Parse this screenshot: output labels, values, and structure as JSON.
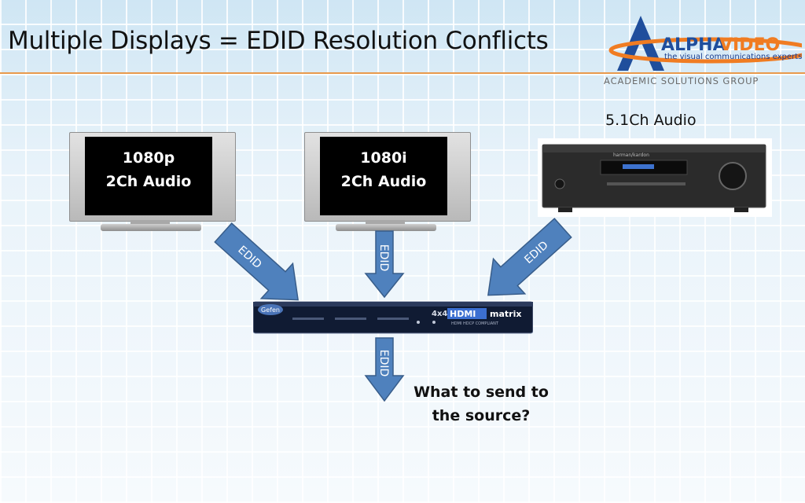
{
  "slide": {
    "title": "Multiple Displays = EDID Resolution Conflicts"
  },
  "logo": {
    "brand_part1": "ALPHA",
    "brand_part2": "VIDEO",
    "tagline": "the visual communications experts",
    "subtitle": "ACADEMIC SOLUTIONS GROUP"
  },
  "displays": [
    {
      "line1": "1080p",
      "line2": "2Ch Audio"
    },
    {
      "line1": "1080i",
      "line2": "2Ch Audio"
    }
  ],
  "receiver": {
    "caption": "5.1Ch Audio",
    "brand": "harman/kardon"
  },
  "matrix": {
    "brand": "Gefen",
    "model_prefix": "4x4",
    "model_hdmi": "HDMI",
    "model_suffix": "matrix",
    "subtext": "HDMI HDCP COMPLIANT"
  },
  "arrows": {
    "label": "EDID"
  },
  "question": {
    "line1": "What to send to",
    "line2": "the source?"
  },
  "colors": {
    "arrow_fill": "#4f81bd",
    "arrow_stroke": "#385d8a",
    "accent_rule": "#e89a4c",
    "logo_blue": "#1f4e9c",
    "logo_orange": "#f07c22"
  }
}
